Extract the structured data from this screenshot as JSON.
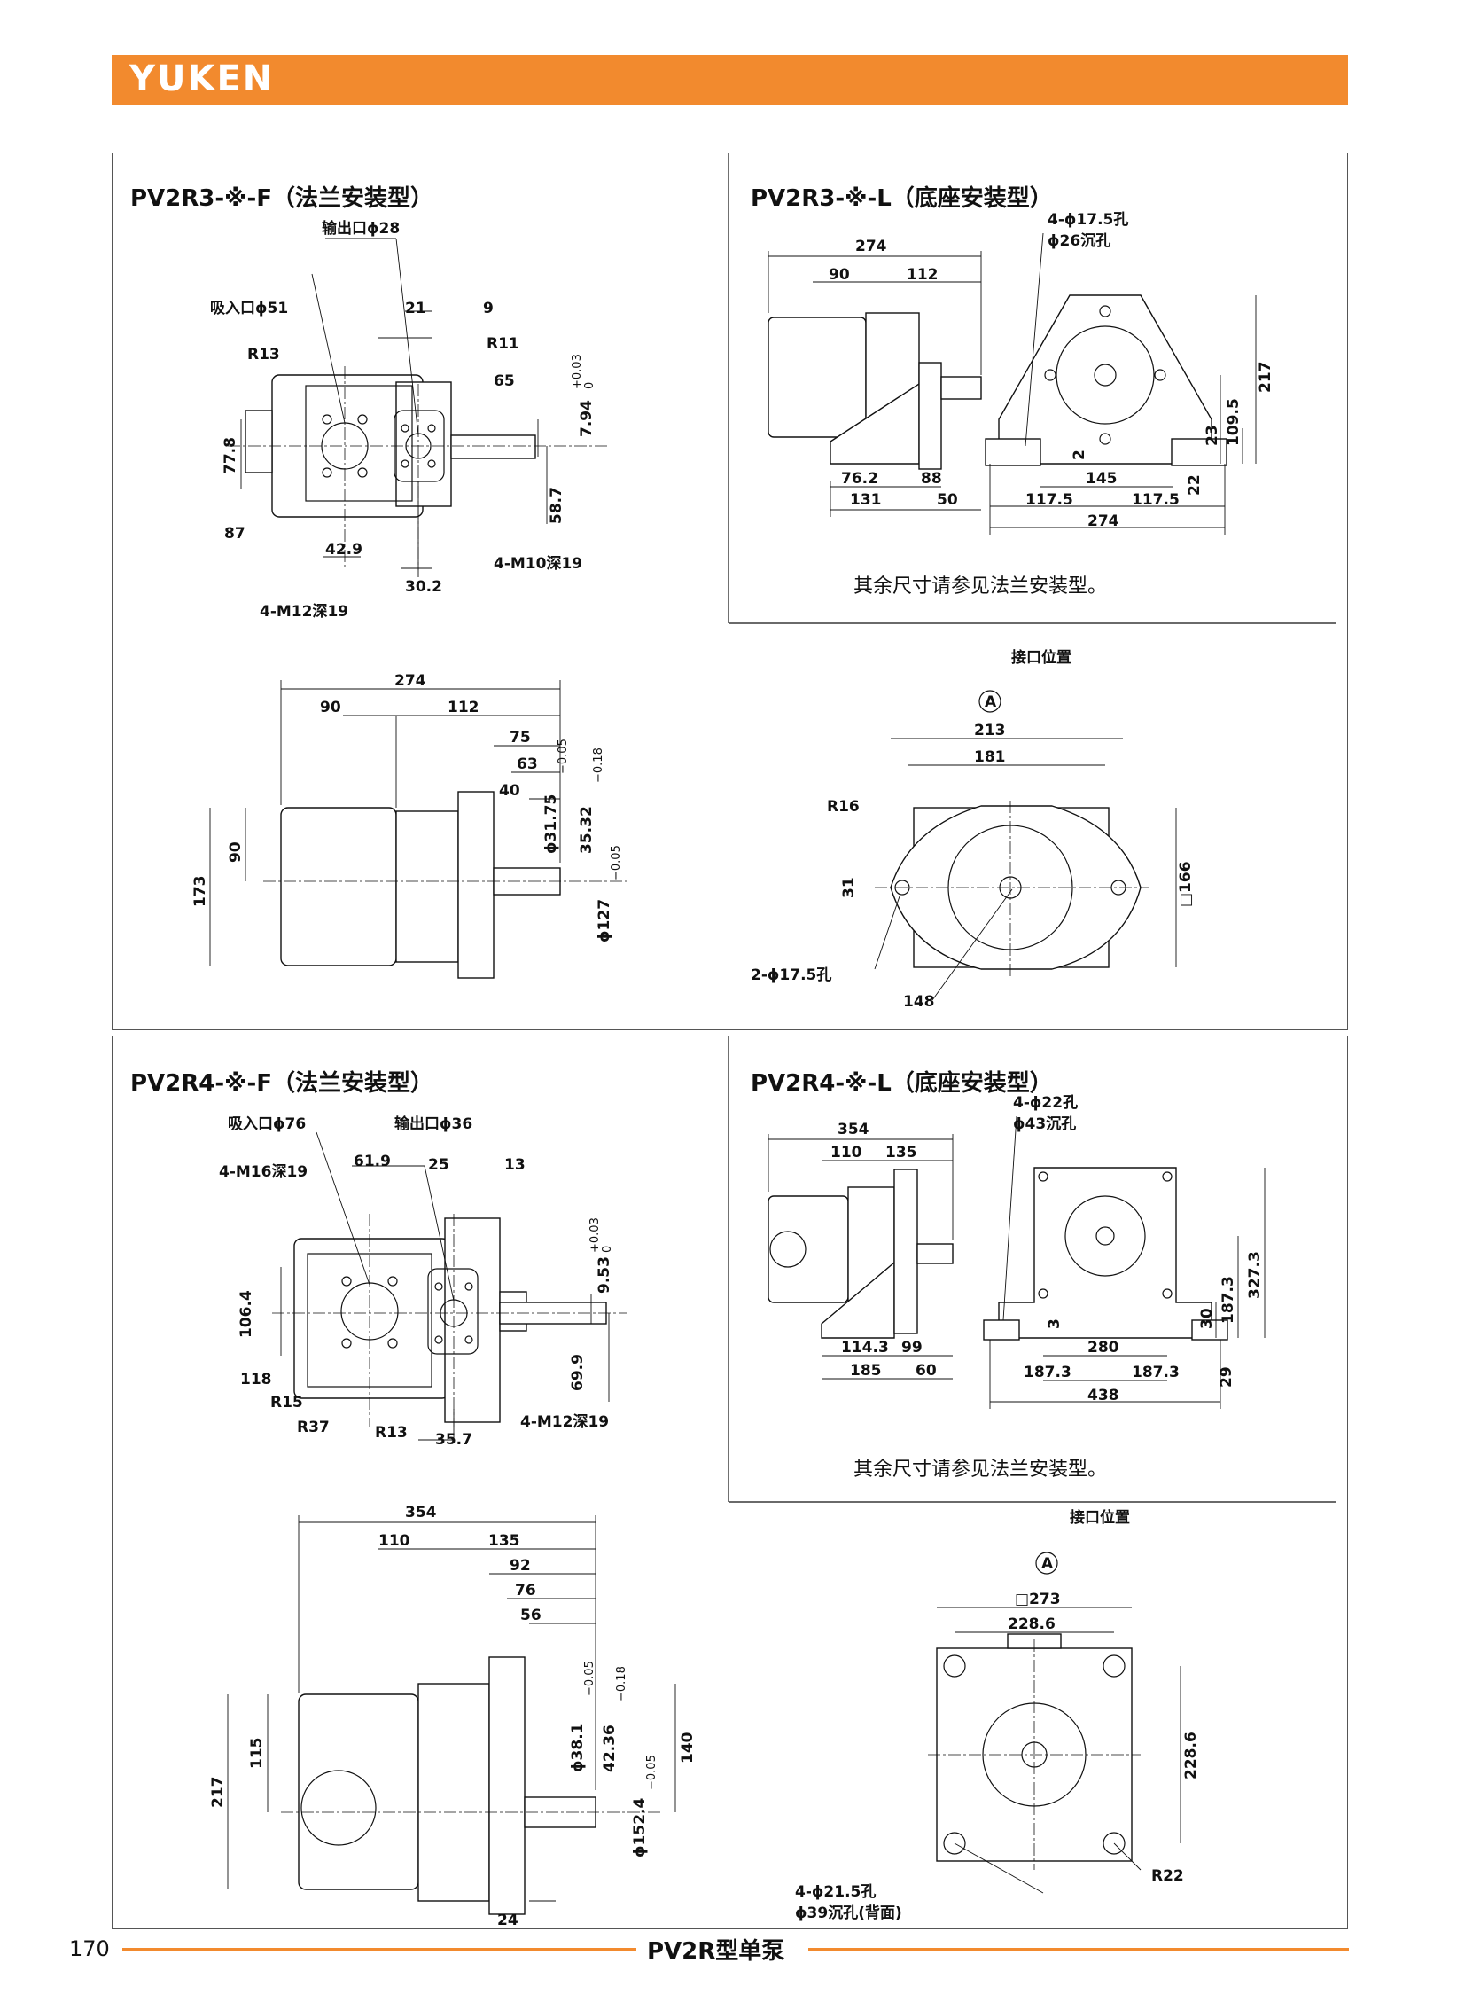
{
  "brand": "YUKEN",
  "page_number": "170",
  "footer_title": "PV2R型单泵",
  "sections": {
    "r3f_title": "PV2R3-※-F（法兰安装型）",
    "r3l_title": "PV2R3-※-L（底座安装型）",
    "r4f_title": "PV2R4-※-F（法兰安装型）",
    "r4l_title": "PV2R4-※-L（底座安装型）",
    "note": "其余尺寸请参见法兰安装型。"
  },
  "labels": {
    "r3f": {
      "outlet": "输出口ϕ28",
      "inlet": "吸入口ϕ51",
      "r13": "R13",
      "r11": "R11",
      "d21": "21",
      "d9": "9",
      "d65": "65",
      "d7_94": "7.94",
      "tol_p003": "+0.03",
      "tol_0": "0",
      "d77_8": "77.8",
      "d87": "87",
      "d58_7": "58.7",
      "d42_9": "42.9",
      "d30_2": "30.2",
      "m10": "4-M10深19",
      "m12": "4-M12深19",
      "s274": "274",
      "s90": "90",
      "s112": "112",
      "s75": "75",
      "s63": "63",
      "s40": "40",
      "s173": "173",
      "s90v": "90",
      "shaft": "ϕ31.75",
      "tol_m005": "−0.05",
      "key": "35.32",
      "tol_m018": "−0.18",
      "pilot": "ϕ127",
      "tol_m005b": "−0.05"
    },
    "r3l": {
      "d274": "274",
      "d90": "90",
      "d112": "112",
      "d76_2": "76.2",
      "d88": "88",
      "d131": "131",
      "d50": "50",
      "hole": "4-ϕ17.5孔",
      "cb": "ϕ26沉孔",
      "d2": "2",
      "d145": "145",
      "d23": "23",
      "d109_5": "109.5",
      "d217": "217",
      "d22": "22",
      "d117a": "117.5",
      "d117b": "117.5",
      "d274b": "274"
    },
    "r3p": {
      "port": "接口位置",
      "a": "A",
      "d213": "213",
      "d181": "181",
      "r16": "R16",
      "d31": "31",
      "sq166": "□166",
      "holes": "2-ϕ17.5孔",
      "d148": "148"
    },
    "r4f": {
      "inlet": "吸入口ϕ76",
      "outlet": "输出口ϕ36",
      "m16": "4-M16深19",
      "d61_9": "61.9",
      "d25": "25",
      "d13": "13",
      "d9_53": "9.53",
      "tol_p003": "+0.03",
      "tol_0": "0",
      "d106_4": "106.4",
      "d69_9": "69.9",
      "d118": "118",
      "r15": "R15",
      "r37": "R37",
      "r13": "R13",
      "d35_7": "35.7",
      "m12": "4-M12深19",
      "s354": "354",
      "s110": "110",
      "s135": "135",
      "s92": "92",
      "s76": "76",
      "s56": "56",
      "s217": "217",
      "s115": "115",
      "shaft": "ϕ38.1",
      "tol_m005": "−0.05",
      "key": "42.36",
      "tol_m018": "−0.18",
      "pilot": "ϕ152.4",
      "tol_m005b": "−0.05",
      "s140": "140",
      "s24": "24"
    },
    "r4l": {
      "d354": "354",
      "d110": "110",
      "d135": "135",
      "d114_3": "114.3",
      "d99": "99",
      "d185": "185",
      "d60": "60",
      "hole": "4-ϕ22孔",
      "cb": "ϕ43沉孔",
      "d3": "3",
      "d280": "280",
      "d30": "30",
      "d187v": "187.3",
      "d327": "327.3",
      "d29": "29",
      "d187a": "187.3",
      "d187b": "187.3",
      "d438": "438"
    },
    "r4p": {
      "port": "接口位置",
      "a": "A",
      "sq273": "□273",
      "d228h": "228.6",
      "d228v": "228.6",
      "holes": "4-ϕ21.5孔",
      "cb": "ϕ39沉孔(背面)",
      "r22": "R22"
    }
  }
}
